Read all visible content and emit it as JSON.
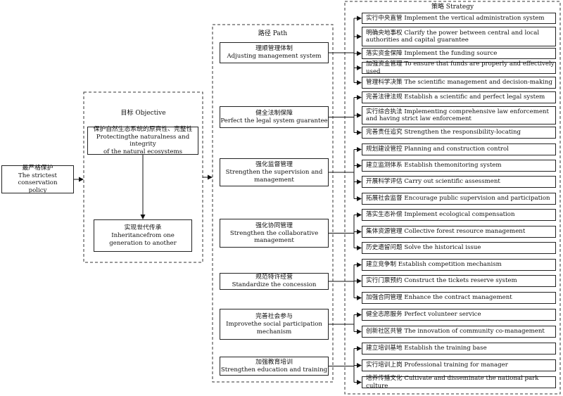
{
  "root": {
    "zh": "最严格保护",
    "en": "The strictest conservation\npolicy"
  },
  "objective": {
    "label": "目标 Objective",
    "items": [
      {
        "zh": "保护自然生态系统的原真性、完整性",
        "en": "Protectingthe naturalness and integrity\nof  the natural ecosystems"
      },
      {
        "zh": "实现世代传承",
        "en": "Inheritancefrom one\ngeneration to another"
      }
    ]
  },
  "path": {
    "label": "路径 Path",
    "items": [
      {
        "zh": "理顺管理体制",
        "en": "Adjusting management system"
      },
      {
        "zh": "健全法制保障",
        "en": "Perfect the legal system guarantee"
      },
      {
        "zh": "强化监督管理",
        "en": "Strengthen the supervision and\nmanagement"
      },
      {
        "zh": "强化协同管理",
        "en": "Strengthen the collaborative\nmanagement"
      },
      {
        "zh": "规范特许经营",
        "en": "Standardize the concession"
      },
      {
        "zh": "完善社会参与",
        "en": "Improvethe social participation\nmechanism"
      },
      {
        "zh": "加强教育培训",
        "en": "Strengthen education and training"
      }
    ]
  },
  "strategy": {
    "label": "策略 Strategy",
    "items": [
      {
        "zh": "实行中央直管",
        "en": "Implement the vertical administration system"
      },
      {
        "zh": "明确央地事权",
        "en": "Clarify the power between central and local\nauthorities and capital guarantee"
      },
      {
        "zh": "落实资金保障",
        "en": "Implement the funding source"
      },
      {
        "zh": "加强资金管理",
        "en": "To ensure that funds are properly and effectively used"
      },
      {
        "zh": "管理科学决策",
        "en": "The scientific management and decision-making"
      },
      {
        "zh": "完善法律法规",
        "en": "Establish a scientific and perfect legal system"
      },
      {
        "zh": "实行综合执法",
        "en": "Implementing comprehensive law enforcement\nand having strict law enforcement"
      },
      {
        "zh": "完善责任追究",
        "en": "Strengthen the responsibility-locating"
      },
      {
        "zh": "规划建设管控",
        "en": "Planning and construction control"
      },
      {
        "zh": "建立监测体系",
        "en": "Establish themonitoring system"
      },
      {
        "zh": "开展科学评估",
        "en": "Carry out scientific assessment"
      },
      {
        "zh": "拓展社会监督",
        "en": "Encourage public supervision and participation"
      },
      {
        "zh": "落实生态补偿",
        "en": "Implement ecological compensation"
      },
      {
        "zh": "集体资源管理",
        "en": "Collective forest resource management"
      },
      {
        "zh": "历史遗留问题",
        "en": "Solve the historical issue"
      },
      {
        "zh": "建立竞争制",
        "en": "Establish competition mechanism"
      },
      {
        "zh": "实行门票预约",
        "en": "Construct the tickets reserve system"
      },
      {
        "zh": "加强合同管理",
        "en": "Enhance the contract management"
      },
      {
        "zh": "健全志愿服务",
        "en": "Perfect volunteer service"
      },
      {
        "zh": "创新社区共管",
        "en": "The innovation of community co-management"
      },
      {
        "zh": "建立培训基地",
        "en": "Establish the training base"
      },
      {
        "zh": "实行培训上岗",
        "en": "Professional training for manager"
      },
      {
        "zh": "培养传播文化",
        "en": "Cultivate and disseminate the national park culture"
      }
    ]
  }
}
